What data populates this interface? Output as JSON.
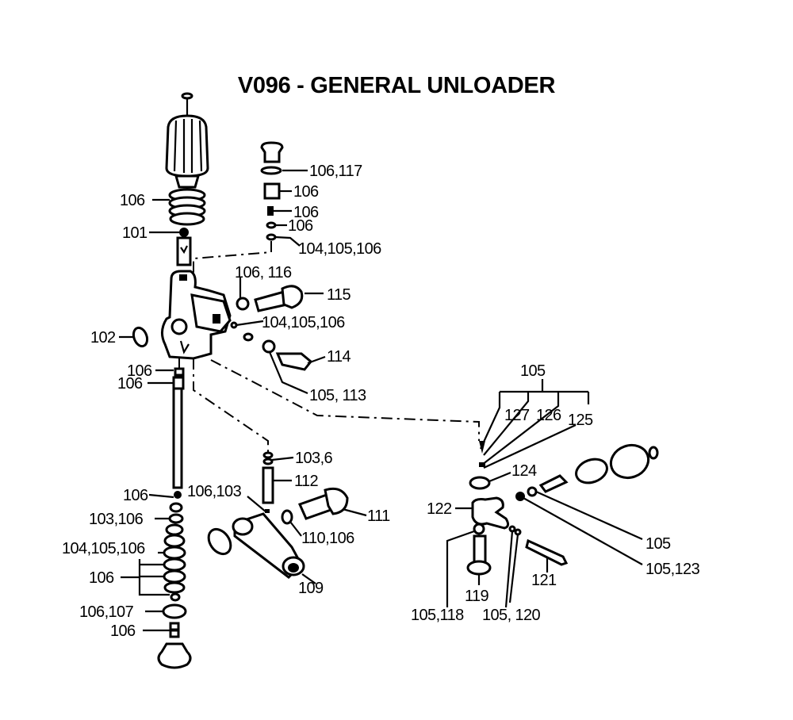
{
  "title": "V096 - GENERAL UNLOADER",
  "labels": {
    "l_106_117": "106,117",
    "l_106_a": "106",
    "l_106_b": "106",
    "l_106_c": "106",
    "l_104_105_106_top": "104,105,106",
    "l_106_spring": "106",
    "l_101": "101",
    "l_106_116": "106,  116",
    "l_115": "115",
    "l_104_105_106_mid": "104,105,106",
    "l_102": "102",
    "l_114": "114",
    "l_106_d": "106",
    "l_106_e": "106",
    "l_105_113": "105, 113",
    "l_105_group": "105",
    "l_127": "127",
    "l_126": "126",
    "l_125": "125",
    "l_103_6": "103,6",
    "l_112": "112",
    "l_124": "124",
    "l_106_f": "106",
    "l_106_103": "106,103",
    "l_111": "111",
    "l_122": "122",
    "l_103_106": "103,106",
    "l_110_106": "110,106",
    "l_105_right": "105",
    "l_104_105_106_low": "104,105,106",
    "l_105_123": "105,123",
    "l_106_bracket": "106",
    "l_109": "109",
    "l_121": "121",
    "l_119": "119",
    "l_106_107": "106,107",
    "l_105_118": "105,118",
    "l_105_120": "105, 120",
    "l_106_g": "106"
  }
}
